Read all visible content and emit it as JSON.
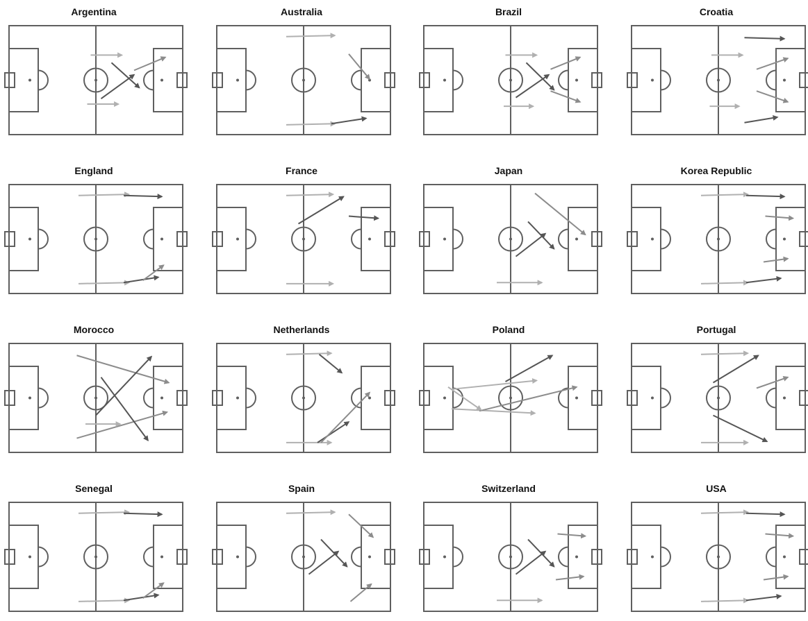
{
  "colors": {
    "pitch_line": "#5f5f5f",
    "arrow_dark": "#555555",
    "arrow_mid": "#8c8c8c",
    "arrow_light": "#b0b0b0"
  },
  "panels": [
    {
      "team": "Argentina",
      "arrows": [
        {
          "from": [
            0.47,
            0.27
          ],
          "to": [
            0.65,
            0.27
          ],
          "shade": "light"
        },
        {
          "from": [
            0.45,
            0.72
          ],
          "to": [
            0.63,
            0.72
          ],
          "shade": "light"
        },
        {
          "from": [
            0.59,
            0.34
          ],
          "to": [
            0.75,
            0.57
          ],
          "shade": "dark"
        },
        {
          "from": [
            0.53,
            0.67
          ],
          "to": [
            0.72,
            0.45
          ],
          "shade": "dark"
        },
        {
          "from": [
            0.72,
            0.41
          ],
          "to": [
            0.9,
            0.29
          ],
          "shade": "mid"
        }
      ]
    },
    {
      "team": "Australia",
      "arrows": [
        {
          "from": [
            0.4,
            0.1
          ],
          "to": [
            0.68,
            0.09
          ],
          "shade": "light"
        },
        {
          "from": [
            0.4,
            0.91
          ],
          "to": [
            0.68,
            0.9
          ],
          "shade": "light"
        },
        {
          "from": [
            0.66,
            0.9
          ],
          "to": [
            0.86,
            0.85
          ],
          "shade": "dark"
        },
        {
          "from": [
            0.76,
            0.26
          ],
          "to": [
            0.88,
            0.49
          ],
          "shade": "mid"
        }
      ]
    },
    {
      "team": "Brazil",
      "arrows": [
        {
          "from": [
            0.47,
            0.27
          ],
          "to": [
            0.65,
            0.27
          ],
          "shade": "light"
        },
        {
          "from": [
            0.46,
            0.74
          ],
          "to": [
            0.63,
            0.74
          ],
          "shade": "light"
        },
        {
          "from": [
            0.59,
            0.34
          ],
          "to": [
            0.75,
            0.59
          ],
          "shade": "dark"
        },
        {
          "from": [
            0.53,
            0.66
          ],
          "to": [
            0.72,
            0.45
          ],
          "shade": "dark"
        },
        {
          "from": [
            0.73,
            0.4
          ],
          "to": [
            0.9,
            0.29
          ],
          "shade": "mid"
        },
        {
          "from": [
            0.73,
            0.6
          ],
          "to": [
            0.9,
            0.7
          ],
          "shade": "mid"
        }
      ]
    },
    {
      "team": "Croatia",
      "arrows": [
        {
          "from": [
            0.46,
            0.27
          ],
          "to": [
            0.64,
            0.27
          ],
          "shade": "light"
        },
        {
          "from": [
            0.45,
            0.74
          ],
          "to": [
            0.62,
            0.74
          ],
          "shade": "light"
        },
        {
          "from": [
            0.65,
            0.11
          ],
          "to": [
            0.88,
            0.12
          ],
          "shade": "dark"
        },
        {
          "from": [
            0.65,
            0.89
          ],
          "to": [
            0.84,
            0.84
          ],
          "shade": "dark"
        },
        {
          "from": [
            0.72,
            0.4
          ],
          "to": [
            0.9,
            0.3
          ],
          "shade": "mid"
        },
        {
          "from": [
            0.72,
            0.6
          ],
          "to": [
            0.9,
            0.7
          ],
          "shade": "mid"
        }
      ]
    },
    {
      "team": "England",
      "arrows": [
        {
          "from": [
            0.4,
            0.1
          ],
          "to": [
            0.69,
            0.09
          ],
          "shade": "light"
        },
        {
          "from": [
            0.4,
            0.91
          ],
          "to": [
            0.69,
            0.9
          ],
          "shade": "light"
        },
        {
          "from": [
            0.66,
            0.1
          ],
          "to": [
            0.88,
            0.11
          ],
          "shade": "dark"
        },
        {
          "from": [
            0.66,
            0.9
          ],
          "to": [
            0.86,
            0.85
          ],
          "shade": "dark"
        },
        {
          "from": [
            0.77,
            0.88
          ],
          "to": [
            0.89,
            0.74
          ],
          "shade": "mid"
        }
      ]
    },
    {
      "team": "France",
      "arrows": [
        {
          "from": [
            0.4,
            0.1
          ],
          "to": [
            0.67,
            0.09
          ],
          "shade": "light"
        },
        {
          "from": [
            0.4,
            0.91
          ],
          "to": [
            0.67,
            0.91
          ],
          "shade": "light"
        },
        {
          "from": [
            0.47,
            0.36
          ],
          "to": [
            0.73,
            0.11
          ],
          "shade": "dark"
        },
        {
          "from": [
            0.76,
            0.29
          ],
          "to": [
            0.93,
            0.31
          ],
          "shade": "dark"
        }
      ]
    },
    {
      "team": "Japan",
      "arrows": [
        {
          "from": [
            0.42,
            0.9
          ],
          "to": [
            0.68,
            0.9
          ],
          "shade": "light"
        },
        {
          "from": [
            0.64,
            0.08
          ],
          "to": [
            0.93,
            0.46
          ],
          "shade": "mid"
        },
        {
          "from": [
            0.6,
            0.34
          ],
          "to": [
            0.75,
            0.59
          ],
          "shade": "dark"
        },
        {
          "from": [
            0.53,
            0.66
          ],
          "to": [
            0.7,
            0.45
          ],
          "shade": "dark"
        }
      ]
    },
    {
      "team": "Korea Republic",
      "arrows": [
        {
          "from": [
            0.4,
            0.1
          ],
          "to": [
            0.67,
            0.09
          ],
          "shade": "light"
        },
        {
          "from": [
            0.4,
            0.91
          ],
          "to": [
            0.67,
            0.9
          ],
          "shade": "light"
        },
        {
          "from": [
            0.66,
            0.1
          ],
          "to": [
            0.88,
            0.11
          ],
          "shade": "dark"
        },
        {
          "from": [
            0.66,
            0.9
          ],
          "to": [
            0.86,
            0.86
          ],
          "shade": "dark"
        },
        {
          "from": [
            0.77,
            0.29
          ],
          "to": [
            0.93,
            0.31
          ],
          "shade": "mid"
        },
        {
          "from": [
            0.76,
            0.71
          ],
          "to": [
            0.9,
            0.68
          ],
          "shade": "mid"
        }
      ]
    },
    {
      "team": "Morocco",
      "arrows": [
        {
          "from": [
            0.39,
            0.11
          ],
          "to": [
            0.92,
            0.36
          ],
          "shade": "mid"
        },
        {
          "from": [
            0.39,
            0.87
          ],
          "to": [
            0.91,
            0.63
          ],
          "shade": "mid"
        },
        {
          "from": [
            0.53,
            0.31
          ],
          "to": [
            0.8,
            0.89
          ],
          "shade": "dark"
        },
        {
          "from": [
            0.5,
            0.66
          ],
          "to": [
            0.82,
            0.12
          ],
          "shade": "dark"
        },
        {
          "from": [
            0.44,
            0.74
          ],
          "to": [
            0.64,
            0.74
          ],
          "shade": "light"
        }
      ]
    },
    {
      "team": "Netherlands",
      "arrows": [
        {
          "from": [
            0.4,
            0.1
          ],
          "to": [
            0.66,
            0.09
          ],
          "shade": "light"
        },
        {
          "from": [
            0.4,
            0.91
          ],
          "to": [
            0.66,
            0.91
          ],
          "shade": "light"
        },
        {
          "from": [
            0.59,
            0.1
          ],
          "to": [
            0.72,
            0.27
          ],
          "shade": "dark"
        },
        {
          "from": [
            0.58,
            0.91
          ],
          "to": [
            0.76,
            0.72
          ],
          "shade": "dark"
        },
        {
          "from": [
            0.6,
            0.91
          ],
          "to": [
            0.88,
            0.45
          ],
          "shade": "mid"
        }
      ]
    },
    {
      "team": "Poland",
      "arrows": [
        {
          "from": [
            0.16,
            0.42
          ],
          "to": [
            0.65,
            0.34
          ],
          "shade": "light"
        },
        {
          "from": [
            0.16,
            0.6
          ],
          "to": [
            0.64,
            0.64
          ],
          "shade": "light"
        },
        {
          "from": [
            0.47,
            0.35
          ],
          "to": [
            0.74,
            0.11
          ],
          "shade": "dark"
        },
        {
          "from": [
            0.32,
            0.62
          ],
          "to": [
            0.88,
            0.4
          ],
          "shade": "mid"
        },
        {
          "from": [
            0.14,
            0.4
          ],
          "to": [
            0.33,
            0.61
          ],
          "shade": "light"
        }
      ]
    },
    {
      "team": "Portugal",
      "arrows": [
        {
          "from": [
            0.4,
            0.1
          ],
          "to": [
            0.67,
            0.09
          ],
          "shade": "light"
        },
        {
          "from": [
            0.4,
            0.91
          ],
          "to": [
            0.67,
            0.91
          ],
          "shade": "light"
        },
        {
          "from": [
            0.47,
            0.36
          ],
          "to": [
            0.73,
            0.11
          ],
          "shade": "dark"
        },
        {
          "from": [
            0.47,
            0.66
          ],
          "to": [
            0.78,
            0.9
          ],
          "shade": "dark"
        },
        {
          "from": [
            0.72,
            0.41
          ],
          "to": [
            0.9,
            0.31
          ],
          "shade": "mid"
        }
      ]
    },
    {
      "team": "Senegal",
      "arrows": [
        {
          "from": [
            0.4,
            0.1
          ],
          "to": [
            0.69,
            0.09
          ],
          "shade": "light"
        },
        {
          "from": [
            0.4,
            0.91
          ],
          "to": [
            0.69,
            0.9
          ],
          "shade": "light"
        },
        {
          "from": [
            0.66,
            0.1
          ],
          "to": [
            0.88,
            0.11
          ],
          "shade": "dark"
        },
        {
          "from": [
            0.66,
            0.9
          ],
          "to": [
            0.86,
            0.85
          ],
          "shade": "dark"
        },
        {
          "from": [
            0.77,
            0.88
          ],
          "to": [
            0.89,
            0.74
          ],
          "shade": "mid"
        }
      ]
    },
    {
      "team": "Spain",
      "arrows": [
        {
          "from": [
            0.4,
            0.1
          ],
          "to": [
            0.68,
            0.09
          ],
          "shade": "light"
        },
        {
          "from": [
            0.6,
            0.34
          ],
          "to": [
            0.75,
            0.59
          ],
          "shade": "dark"
        },
        {
          "from": [
            0.53,
            0.66
          ],
          "to": [
            0.7,
            0.45
          ],
          "shade": "dark"
        },
        {
          "from": [
            0.76,
            0.11
          ],
          "to": [
            0.9,
            0.32
          ],
          "shade": "mid"
        },
        {
          "from": [
            0.77,
            0.91
          ],
          "to": [
            0.89,
            0.75
          ],
          "shade": "mid"
        }
      ]
    },
    {
      "team": "Switzerland",
      "arrows": [
        {
          "from": [
            0.42,
            0.9
          ],
          "to": [
            0.68,
            0.9
          ],
          "shade": "light"
        },
        {
          "from": [
            0.6,
            0.34
          ],
          "to": [
            0.75,
            0.59
          ],
          "shade": "dark"
        },
        {
          "from": [
            0.53,
            0.66
          ],
          "to": [
            0.7,
            0.45
          ],
          "shade": "dark"
        },
        {
          "from": [
            0.77,
            0.29
          ],
          "to": [
            0.93,
            0.31
          ],
          "shade": "mid"
        },
        {
          "from": [
            0.76,
            0.71
          ],
          "to": [
            0.92,
            0.68
          ],
          "shade": "mid"
        }
      ]
    },
    {
      "team": "USA",
      "arrows": [
        {
          "from": [
            0.4,
            0.1
          ],
          "to": [
            0.67,
            0.09
          ],
          "shade": "light"
        },
        {
          "from": [
            0.4,
            0.91
          ],
          "to": [
            0.67,
            0.9
          ],
          "shade": "light"
        },
        {
          "from": [
            0.66,
            0.1
          ],
          "to": [
            0.88,
            0.11
          ],
          "shade": "dark"
        },
        {
          "from": [
            0.66,
            0.9
          ],
          "to": [
            0.86,
            0.86
          ],
          "shade": "dark"
        },
        {
          "from": [
            0.77,
            0.29
          ],
          "to": [
            0.93,
            0.31
          ],
          "shade": "mid"
        },
        {
          "from": [
            0.76,
            0.71
          ],
          "to": [
            0.9,
            0.68
          ],
          "shade": "mid"
        }
      ]
    }
  ]
}
